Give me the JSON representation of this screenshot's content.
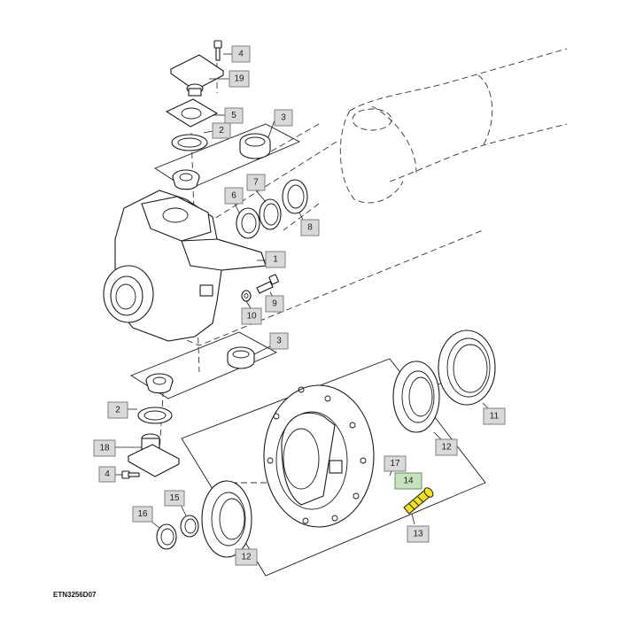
{
  "figure_id": "ETN3256D07",
  "callouts": {
    "c1": "1",
    "c2a": "2",
    "c2b": "2",
    "c3a": "3",
    "c3b": "3",
    "c4a": "4",
    "c4b": "4",
    "c5": "5",
    "c6": "6",
    "c7": "7",
    "c8": "8",
    "c9": "9",
    "c10": "10",
    "c11": "11",
    "c12a": "12",
    "c12b": "12",
    "c13": "13",
    "c14": "14",
    "c15": "15",
    "c16": "16",
    "c17": "17",
    "c18": "18",
    "c19": "19"
  },
  "highlighted_callout": "14",
  "colors": {
    "callout_fill": "#d9d9d9",
    "highlight_fill": "#c6e2bd",
    "highlight_part": "#f4e31c"
  }
}
